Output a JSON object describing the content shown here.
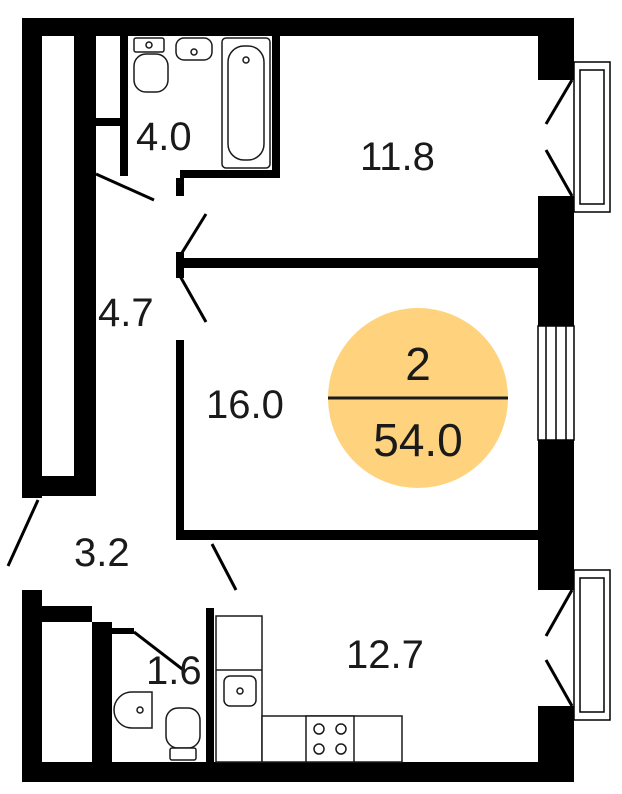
{
  "plan": {
    "colors": {
      "wall": "#000000",
      "badge": "#FFD27D",
      "text": "#1a1a1a"
    },
    "rooms": [
      {
        "id": "bathroom",
        "area": "4.0"
      },
      {
        "id": "bedroom-top",
        "area": "11.8"
      },
      {
        "id": "hall",
        "area": "4.7"
      },
      {
        "id": "living-room",
        "area": "16.0"
      },
      {
        "id": "entrance",
        "area": "3.2"
      },
      {
        "id": "wc",
        "area": "1.6"
      },
      {
        "id": "kitchen",
        "area": "12.7"
      }
    ],
    "summary": {
      "rooms_count": "2",
      "total_area": "54.0"
    }
  }
}
